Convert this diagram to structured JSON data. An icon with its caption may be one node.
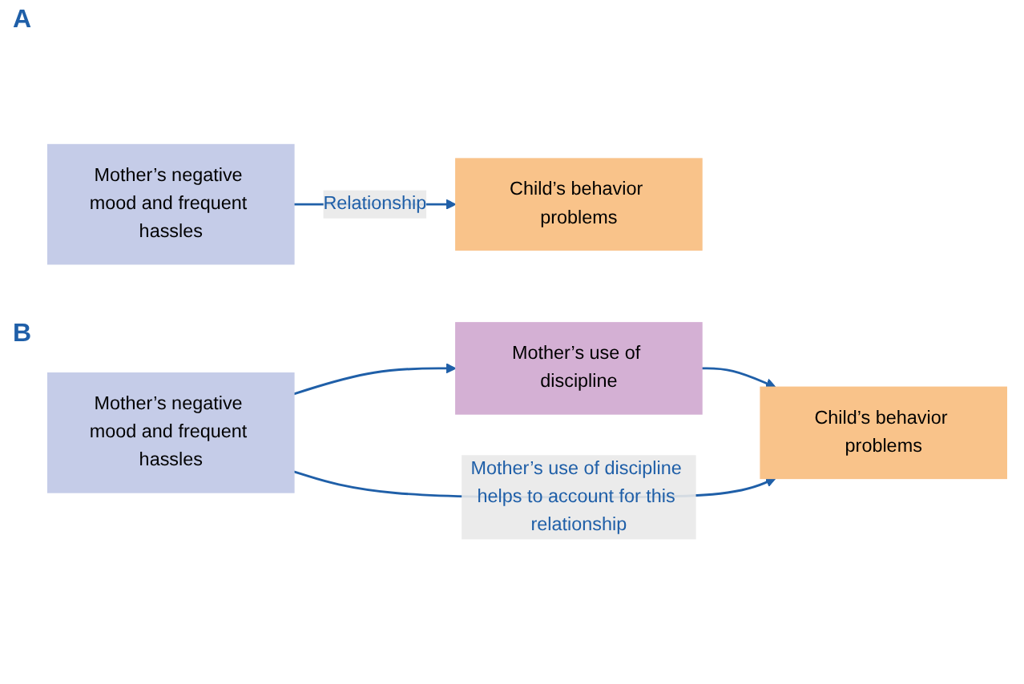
{
  "diagram": {
    "nodes": [
      {
        "text": [
          "Mother’s negative mood and frequent hassles"
        ]
      },
      {
        "text": [
          "Child’s behavior problems"
        ]
      },
      {
        "text": [
          "Mother’s negative mood and frequent hassles"
        ]
      },
      {
        "text": [
          "Mother’s use of discipline"
        ]
      },
      {
        "text": [
          "Child’s behavior problems"
        ]
      }
    ],
    "edges": [
      {
        "from": 0,
        "to": 1,
        "arrow": "to",
        "label": "Relationship"
      },
      {
        "from": 2,
        "to": 3,
        "arrow": "to"
      },
      {
        "from": 3,
        "to": 4,
        "arrow": "to"
      },
      {
        "from": 2,
        "to": 4,
        "arrow": "to",
        "label": "Mother’s use of discipline helps to account for this relationship"
      }
    ],
    "labels": [
      "A",
      "B"
    ]
  }
}
